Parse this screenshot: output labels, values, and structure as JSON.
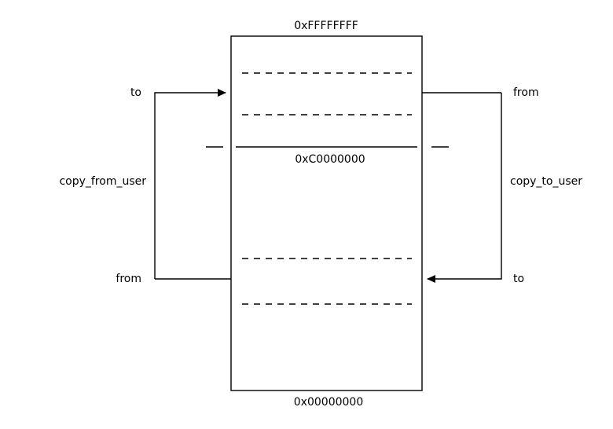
{
  "diagram": {
    "title_top": "0xFFFFFFFF",
    "title_bottom": "0x00000000",
    "split_label": "0xC0000000",
    "left": {
      "top_endpoint_label": "to",
      "bottom_endpoint_label": "from",
      "function_label": "copy_from_user"
    },
    "right": {
      "top_endpoint_label": "from",
      "bottom_endpoint_label": "to",
      "function_label": "copy_to_user"
    },
    "colors": {
      "stroke": "#000000",
      "background": "#ffffff"
    }
  }
}
